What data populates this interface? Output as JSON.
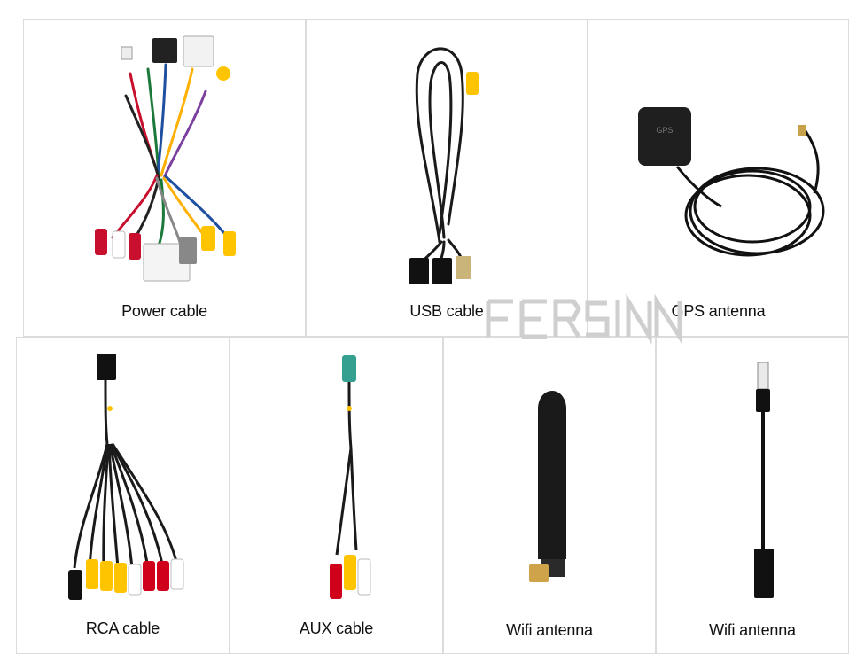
{
  "products": [
    {
      "name": "power-cable",
      "label": "Power cable"
    },
    {
      "name": "usb-cable",
      "label": "USB cable"
    },
    {
      "name": "gps-antenna",
      "label": "GPS antenna"
    },
    {
      "name": "rca-cable",
      "label": "RCA cable"
    },
    {
      "name": "aux-cable",
      "label": "AUX cable"
    },
    {
      "name": "wifi-antenna-1",
      "label": "Wifi antenna"
    },
    {
      "name": "wifi-antenna-2",
      "label": "Wifi antenna"
    }
  ],
  "watermark": {
    "text": "FERSINN",
    "icon": "fersinn-logo"
  },
  "gps_module_label": "GPS"
}
